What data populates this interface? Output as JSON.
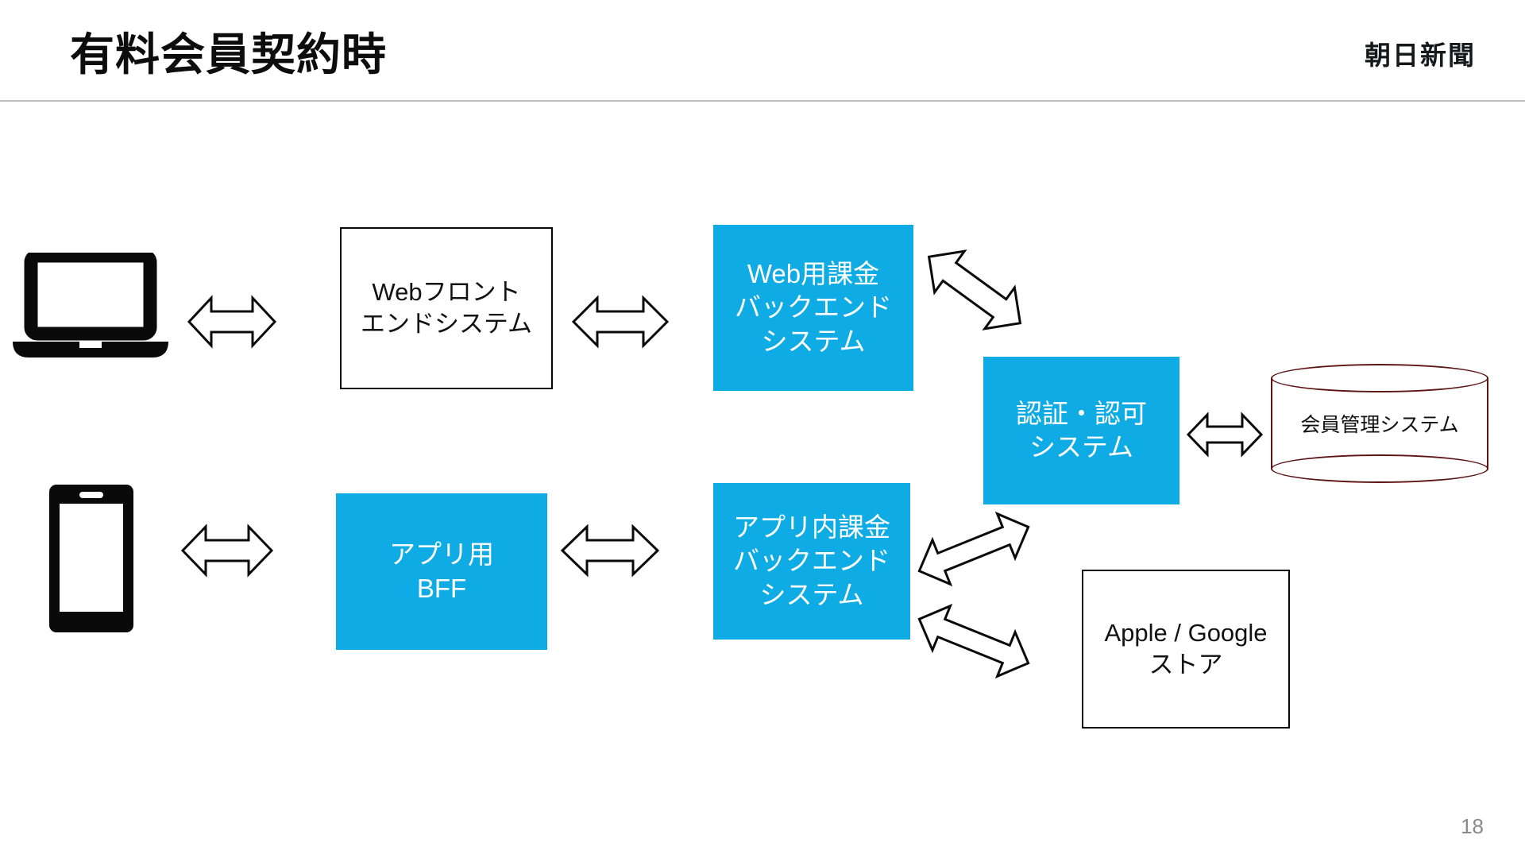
{
  "slide": {
    "title": "有料会員契約時",
    "brand": "朝日新聞",
    "page_number": "18",
    "accent_color": "#0FABE4",
    "cylinder_stroke_color": "#5C1414",
    "outline_color": "#0A0A0A",
    "page_number_color": "#8A8A8A",
    "rule_color": "#BFBFBF"
  },
  "diagram": {
    "type": "system-architecture-flow",
    "nodes": [
      {
        "id": "laptop",
        "label": "",
        "icon": "laptop-icon",
        "style": "icon"
      },
      {
        "id": "phone",
        "label": "",
        "icon": "smartphone-icon",
        "style": "icon"
      },
      {
        "id": "web-frontend",
        "label": "Webフロント\nエンドシステム",
        "style": "outline-box"
      },
      {
        "id": "web-billing",
        "label": "Web用課金\nバックエンド\nシステム",
        "style": "filled-box"
      },
      {
        "id": "auth",
        "label": "認証・認可\nシステム",
        "style": "filled-box"
      },
      {
        "id": "app-bff",
        "label": "アプリ用\nBFF",
        "style": "filled-box"
      },
      {
        "id": "app-billing",
        "label": "アプリ内課金\nバックエンド\nシステム",
        "style": "filled-box"
      },
      {
        "id": "store",
        "label": "Apple / Google\nストア",
        "style": "outline-box"
      },
      {
        "id": "member-db",
        "label": "会員管理システム",
        "style": "cylinder"
      }
    ],
    "edges": [
      {
        "from": "laptop",
        "to": "web-frontend",
        "direction": "bidirectional",
        "orientation": "horizontal"
      },
      {
        "from": "web-frontend",
        "to": "web-billing",
        "direction": "bidirectional",
        "orientation": "horizontal"
      },
      {
        "from": "web-billing",
        "to": "auth",
        "direction": "bidirectional",
        "orientation": "diagonal-down-right"
      },
      {
        "from": "auth",
        "to": "member-db",
        "direction": "bidirectional",
        "orientation": "horizontal"
      },
      {
        "from": "phone",
        "to": "app-bff",
        "direction": "bidirectional",
        "orientation": "horizontal"
      },
      {
        "from": "app-bff",
        "to": "app-billing",
        "direction": "bidirectional",
        "orientation": "horizontal"
      },
      {
        "from": "app-billing",
        "to": "auth",
        "direction": "bidirectional",
        "orientation": "diagonal-up-right"
      },
      {
        "from": "app-billing",
        "to": "store",
        "direction": "bidirectional",
        "orientation": "diagonal-down-right"
      }
    ]
  }
}
